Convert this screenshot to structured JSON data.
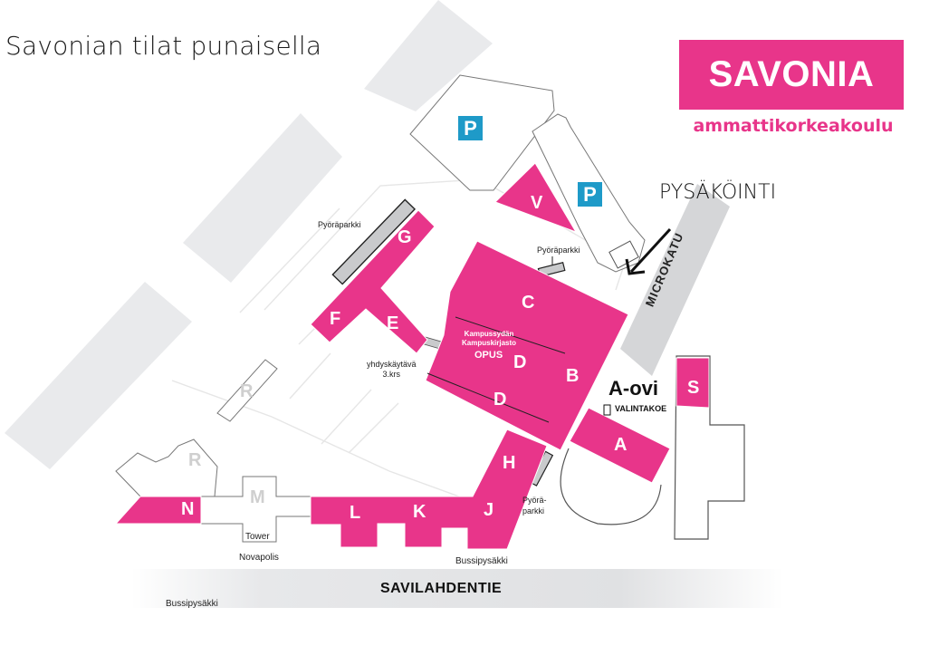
{
  "title": "Savonian tilat punaisella",
  "logo": {
    "name": "SAVONIA",
    "subtitle": "ammattikorkeakoulu"
  },
  "colors": {
    "savonia_pink": "#e8358a",
    "light_gray": "#e9eaec",
    "road_gray": "#d5d6d8",
    "parking_blue": "#1e9ac8"
  },
  "labels": {
    "parking_area": "PYSÄKÖINTI",
    "street_east": "MICROKATU",
    "street_south": "SAVILAHDENTIE",
    "main_entrance": "A-ovi",
    "entrance_note": "VALINTAKOE",
    "bike_parking": "Pyöräparkki",
    "bike_parking_2": "Pyöräparkki",
    "bike_parking_3": "Pyörä-\nparkki",
    "walkway": "yhdyskäytävä\n3.krs",
    "library": "Kampussydän\nKampuskirjasto",
    "library_name": "OPUS",
    "tower": "Tower",
    "novapolis": "Novapolis",
    "bus_stop_1": "Bussipysäkki",
    "bus_stop_2": "Bussipysäkki",
    "parking_symbol": "P"
  },
  "buildings": {
    "savonia": [
      "A",
      "B",
      "C",
      "D",
      "D",
      "E",
      "F",
      "G",
      "H",
      "J",
      "K",
      "L",
      "N",
      "S",
      "V"
    ],
    "other": [
      "M",
      "R",
      "R"
    ]
  }
}
